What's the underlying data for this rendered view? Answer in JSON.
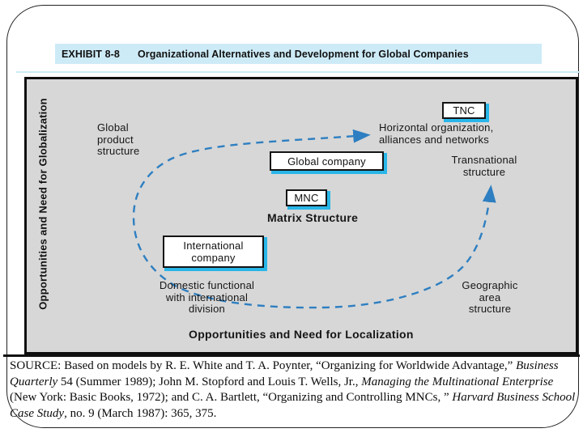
{
  "colors": {
    "title_bg": "#cdebf7",
    "panel_bg": "#d7d7d7",
    "accent_cyan": "#29b6e8",
    "arrow_blue": "#2e7fc1"
  },
  "header": {
    "exhibit_label": "EXHIBIT 8-8",
    "title": "Organizational Alternatives and Development for Global Companies"
  },
  "diagram": {
    "globalization_axis": "Opportunities and Need for Globalization",
    "localization_axis": "Opportunities and Need for Localization",
    "box_tnc": "TNC",
    "box_global": "Global company",
    "box_mnc": "MNC",
    "box_international": "International\ncompany",
    "label_global_product": "Global\nproduct\nstructure",
    "label_horizontal_org": "Horizontal organization,\nalliances and networks",
    "label_transnational": "Transnational\nstructure",
    "label_matrix": "Matrix Structure",
    "label_domestic": "Domestic functional\nwith international\ndivision",
    "label_geographic": "Geographic\narea\nstructure"
  },
  "source": {
    "segments": [
      {
        "text": "SOURCE: Based on models by R. E. White and T. A. Poynter, “Organizing for Worldwide Advantage,” ",
        "italic": false
      },
      {
        "text": "Business Quarterly",
        "italic": true
      },
      {
        "text": " 54 (Summer 1989); John M. Stopford and Louis T. Wells, Jr., ",
        "italic": false
      },
      {
        "text": "Managing the Multinational Enterprise",
        "italic": true
      },
      {
        "text": " (New York: Basic Books, 1972); and C. A. Bartlett, “Organizing and Controlling MNCs, ” ",
        "italic": false
      },
      {
        "text": "Harvard Business School Case Study",
        "italic": true
      },
      {
        "text": ", no. 9 (March 1987): 365, 375.",
        "italic": false
      }
    ]
  }
}
